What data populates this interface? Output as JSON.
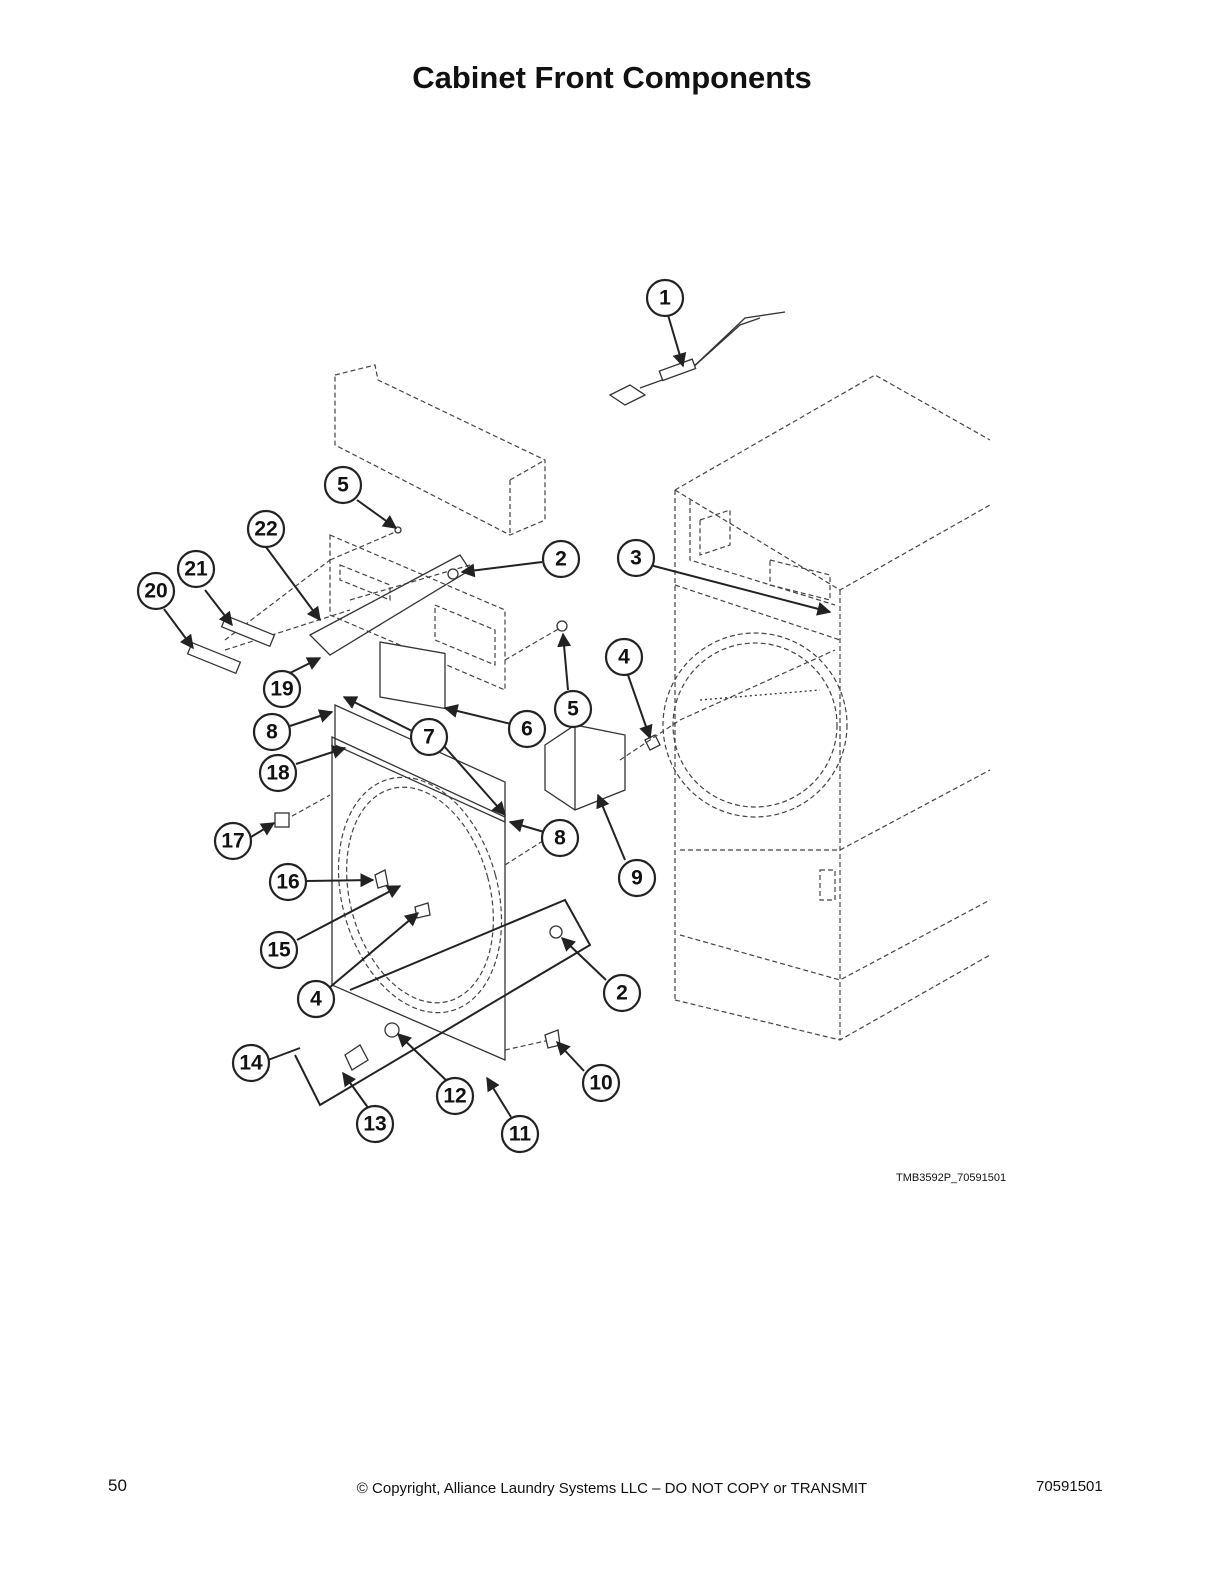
{
  "title": "Cabinet Front Components",
  "figure_code": "TMB3592P_70591501",
  "footer": {
    "page_number": "50",
    "copyright": "© Copyright, Alliance Laundry Systems LLC – DO NOT COPY or TRANSMIT",
    "doc_number": "70591501"
  },
  "callouts": [
    "1",
    "2",
    "3",
    "4",
    "5",
    "5",
    "6",
    "7",
    "8",
    "8",
    "9",
    "10",
    "11",
    "12",
    "13",
    "14",
    "15",
    "16",
    "17",
    "18",
    "19",
    "20",
    "21",
    "22",
    "2",
    "4"
  ]
}
